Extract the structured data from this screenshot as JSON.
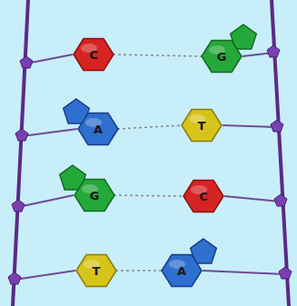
{
  "diagram": {
    "nodes": [
      {
        "text": [
          "C"
        ]
      },
      {
        "text": [
          "G"
        ]
      },
      {
        "text": [
          "A"
        ]
      },
      {
        "text": [
          "T"
        ]
      },
      {
        "text": [
          "G"
        ]
      },
      {
        "text": [
          "C"
        ]
      },
      {
        "text": [
          "T"
        ]
      },
      {
        "text": [
          "A"
        ]
      }
    ],
    "edges": [
      {
        "from": 0,
        "to": 1,
        "arrow": "none"
      },
      {
        "from": 2,
        "to": 3,
        "arrow": "none"
      },
      {
        "from": 4,
        "to": 5,
        "arrow": "none"
      },
      {
        "from": 6,
        "to": 7,
        "arrow": "none"
      }
    ]
  }
}
